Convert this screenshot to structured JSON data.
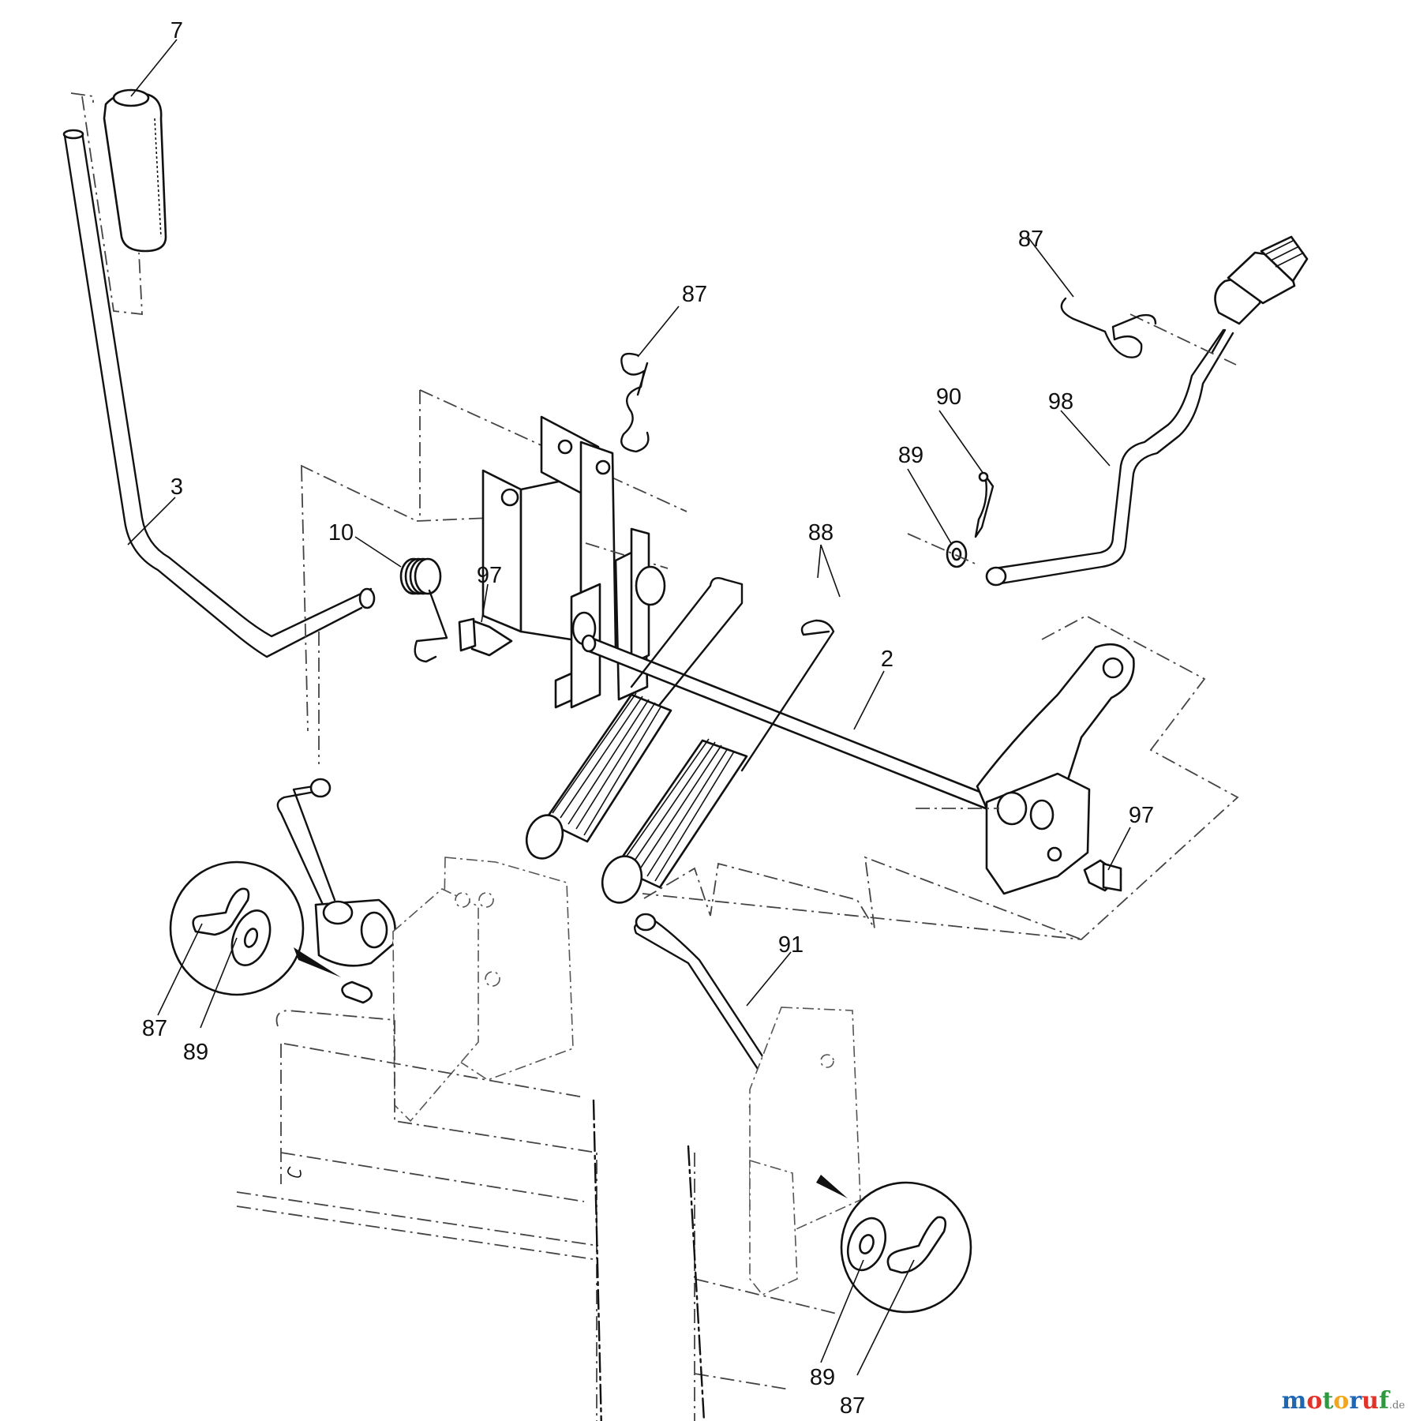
{
  "callouts": [
    {
      "id": "c1",
      "text": "7"
    },
    {
      "id": "c2",
      "text": "87"
    },
    {
      "id": "c3",
      "text": "87"
    },
    {
      "id": "c4",
      "text": "90"
    },
    {
      "id": "c5",
      "text": "98"
    },
    {
      "id": "c6",
      "text": "89"
    },
    {
      "id": "c7",
      "text": "3"
    },
    {
      "id": "c8",
      "text": "10"
    },
    {
      "id": "c9",
      "text": "97"
    },
    {
      "id": "c10",
      "text": "88"
    },
    {
      "id": "c11",
      "text": "2"
    },
    {
      "id": "c12",
      "text": "97"
    },
    {
      "id": "c13",
      "text": "91"
    },
    {
      "id": "c14",
      "text": "87"
    },
    {
      "id": "c15",
      "text": "89"
    },
    {
      "id": "c16",
      "text": "89"
    },
    {
      "id": "c17",
      "text": "87"
    }
  ],
  "watermark": {
    "letters": [
      {
        "char": "m",
        "color": "#1f66b3"
      },
      {
        "char": "o",
        "color": "#e0342a"
      },
      {
        "char": "t",
        "color": "#2e9a40"
      },
      {
        "char": "o",
        "color": "#f2a51e"
      },
      {
        "char": "r",
        "color": "#1f66b3"
      },
      {
        "char": "u",
        "color": "#e0342a"
      },
      {
        "char": "f",
        "color": "#2e9a40"
      }
    ],
    "suffix": ".de"
  }
}
